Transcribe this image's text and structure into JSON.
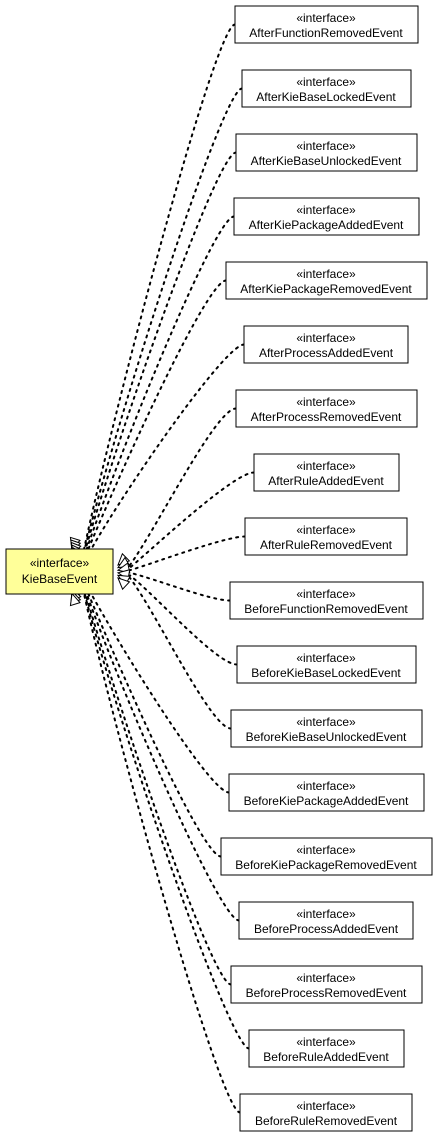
{
  "stereotype": "«interface»",
  "target": {
    "name": "KieBaseEvent",
    "color": "#ffff99"
  },
  "relation": "realization",
  "interfaces": [
    "AfterFunctionRemovedEvent",
    "AfterKieBaseLockedEvent",
    "AfterKieBaseUnlockedEvent",
    "AfterKiePackageAddedEvent",
    "AfterKiePackageRemovedEvent",
    "AfterProcessAddedEvent",
    "AfterProcessRemovedEvent",
    "AfterRuleAddedEvent",
    "AfterRuleRemovedEvent",
    "BeforeFunctionRemovedEvent",
    "BeforeKieBaseLockedEvent",
    "BeforeKieBaseUnlockedEvent",
    "BeforeKiePackageAddedEvent",
    "BeforeKiePackageRemovedEvent",
    "BeforeProcessAddedEvent",
    "BeforeProcessRemovedEvent",
    "BeforeRuleAddedEvent",
    "BeforeRuleRemovedEvent"
  ]
}
